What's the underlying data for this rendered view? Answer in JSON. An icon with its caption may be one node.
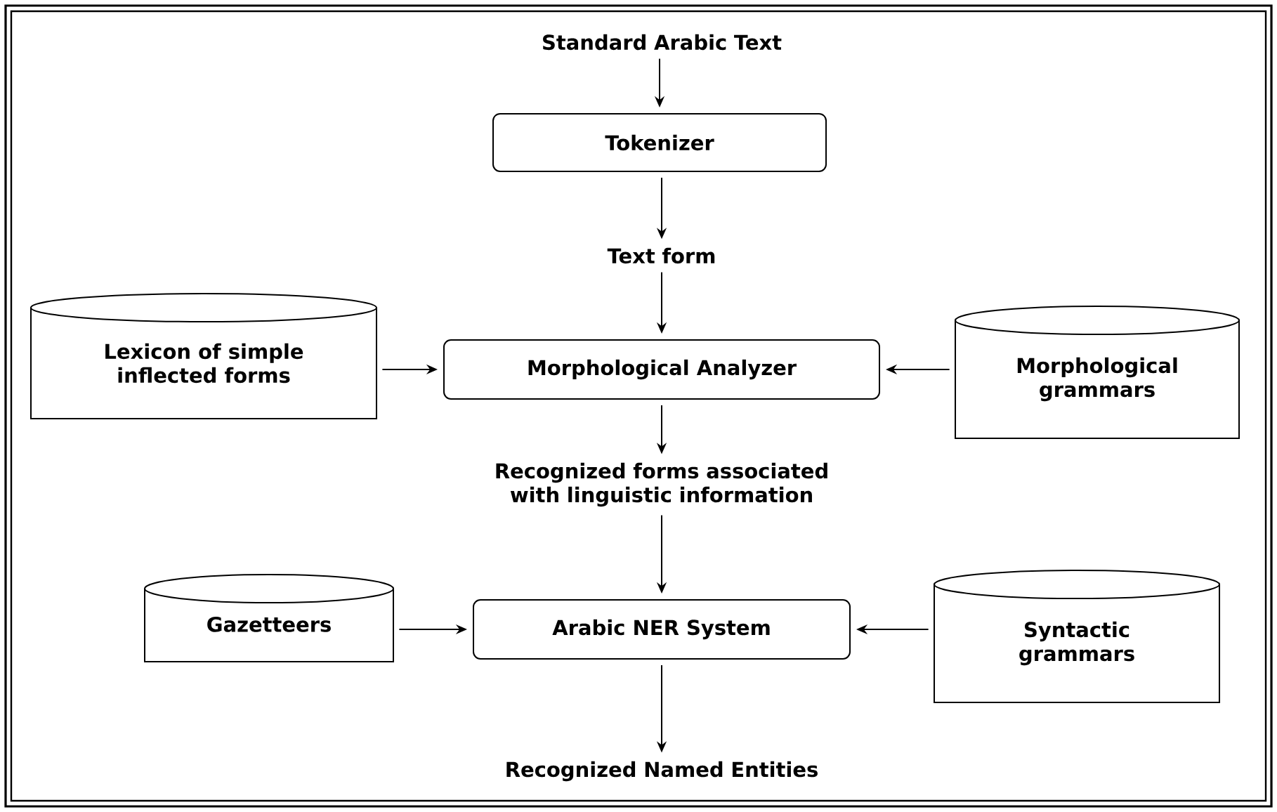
{
  "diagram": {
    "nodes": [
      {
        "text": [
          "Standard Arabic Text"
        ]
      },
      {
        "text": [
          "Tokenizer"
        ]
      },
      {
        "text": [
          "Text form"
        ]
      },
      {
        "text": [
          "Lexicon of simple inflected forms"
        ]
      },
      {
        "text": [
          "Morphological Analyzer"
        ]
      },
      {
        "text": [
          "Morphological grammars"
        ]
      },
      {
        "text": [
          "Recognized forms associated with linguistic information"
        ]
      },
      {
        "text": [
          "Gazetteers"
        ]
      },
      {
        "text": [
          "Arabic NER System"
        ]
      },
      {
        "text": [
          "Syntactic grammars"
        ]
      },
      {
        "text": [
          "Recognized Named Entities"
        ]
      }
    ],
    "edges": [
      {
        "from": 0,
        "to": 1,
        "arrow": "to"
      },
      {
        "from": 1,
        "to": 2,
        "arrow": "to"
      },
      {
        "from": 2,
        "to": 4,
        "arrow": "to"
      },
      {
        "from": 3,
        "to": 4,
        "arrow": "to"
      },
      {
        "from": 5,
        "to": 4,
        "arrow": "to"
      },
      {
        "from": 4,
        "to": 6,
        "arrow": "to"
      },
      {
        "from": 6,
        "to": 8,
        "arrow": "to"
      },
      {
        "from": 7,
        "to": 8,
        "arrow": "to"
      },
      {
        "from": 9,
        "to": 8,
        "arrow": "to"
      },
      {
        "from": 8,
        "to": 10,
        "arrow": "to"
      }
    ]
  }
}
